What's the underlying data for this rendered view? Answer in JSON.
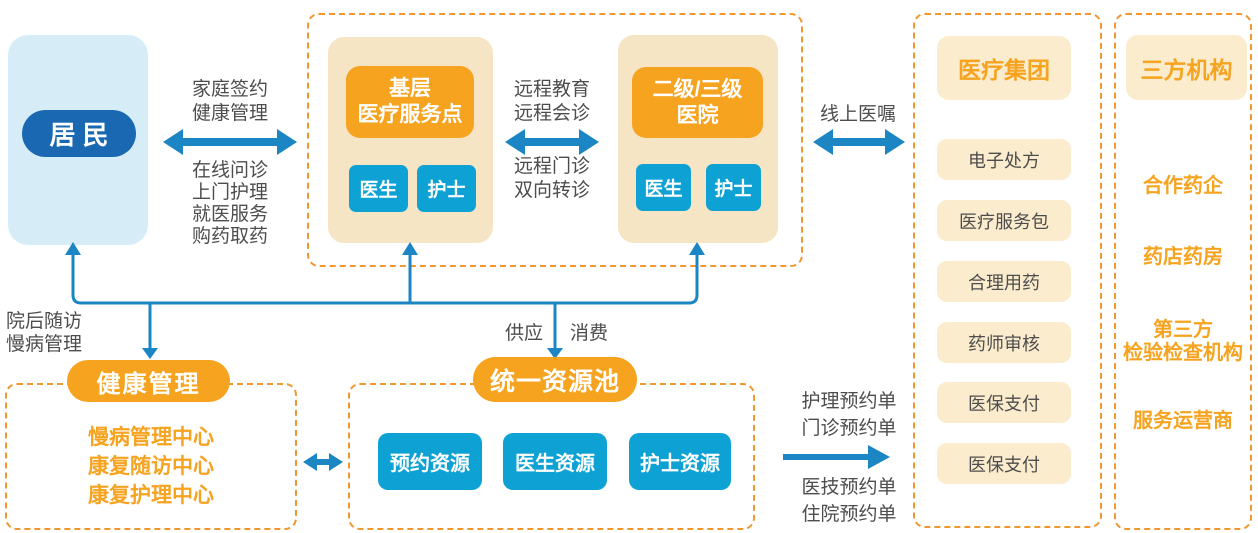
{
  "diagram": {
    "resident": {
      "label": "居民"
    },
    "resident_link": {
      "top": "家庭签约\n健康管理",
      "bottom": "在线问诊\n上门护理\n就医服务\n购药取药"
    },
    "medical_container": {
      "primary_site": {
        "title": "基层\n医疗服务点",
        "doctor": "医生",
        "nurse": "护士"
      },
      "hospital": {
        "title": "二级/三级\n医院",
        "doctor": "医生",
        "nurse": "护士"
      },
      "link_top": "远程教育\n远程会诊",
      "link_bottom": "远程门诊\n双向转诊"
    },
    "online_order_label": "线上医嘱",
    "medical_group": {
      "title": "医疗集团",
      "items": [
        "电子处方",
        "医疗服务包",
        "合理用药",
        "药师审核",
        "医保支付",
        "医保支付"
      ]
    },
    "third_party": {
      "title": "三方机构",
      "items": [
        "合作药企",
        "药店药房",
        "第三方\n检验检查机构",
        "服务运营商"
      ]
    },
    "followup_label": "院后随访\n慢病管理",
    "supply_label": "供应",
    "consume_label": "消费",
    "health_management": {
      "title": "健康管理",
      "items": [
        "慢病管理中心",
        "康复随访中心",
        "康复护理中心"
      ]
    },
    "resource_pool": {
      "title": "统一资源池",
      "items": [
        "预约资源",
        "医生资源",
        "护士资源"
      ]
    },
    "order_link": {
      "top": "护理预约单\n门诊预约单",
      "bottom": "医技预约单\n住院预约单"
    }
  },
  "colors": {
    "arrow_blue": "#1b86c3",
    "dark_blue": "#1a68b2",
    "cyan": "#0ea2d4",
    "light_blue": "#d6edf8",
    "orange": "#f6a31f",
    "cream": "#f6e5c5",
    "cream_light": "#fbeccd",
    "dashed_border": "#f0972f",
    "text_gray": "#4d4d4d"
  }
}
